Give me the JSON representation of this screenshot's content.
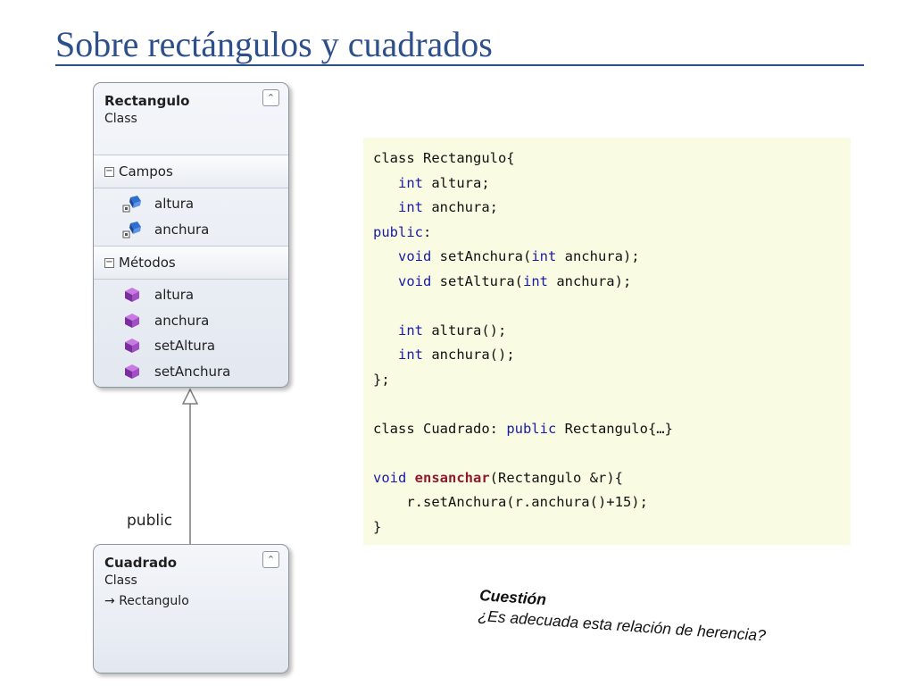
{
  "slide": {
    "title": "Sobre rectángulos y cuadrados"
  },
  "colors": {
    "title": "#2d4f8c",
    "code_background": "#f9fce3",
    "keyword": "#1a1aa6",
    "function_name": "#8e1b2d"
  },
  "icons": {
    "collapse": "double-chevron-up-icon",
    "field": "field-icon",
    "method": "method-icon",
    "inherit": "inheritance-arrow-icon"
  },
  "diagram": {
    "classes": [
      {
        "name": "Rectangulo",
        "stereotype": "Class",
        "sections": [
          {
            "title": "Campos",
            "items": [
              "altura",
              "anchura"
            ]
          },
          {
            "title": "Métodos",
            "items": [
              "altura",
              "anchura",
              "setAltura",
              "setAnchura"
            ]
          }
        ]
      },
      {
        "name": "Cuadrado",
        "stereotype": "Class",
        "base_arrow": "→",
        "base": "Rectangulo"
      }
    ],
    "relationship": {
      "label": "public"
    }
  },
  "code": {
    "lines": [
      [
        [
          "",
          "class Rectangulo{"
        ]
      ],
      [
        [
          "",
          "   "
        ],
        [
          "kw",
          "int"
        ],
        [
          "",
          " altura;"
        ]
      ],
      [
        [
          "",
          "   "
        ],
        [
          "kw",
          "int"
        ],
        [
          "",
          " anchura;"
        ]
      ],
      [
        [
          "kw",
          "public"
        ],
        [
          "",
          ":"
        ]
      ],
      [
        [
          "",
          "   "
        ],
        [
          "kw",
          "void"
        ],
        [
          "",
          " setAnchura("
        ],
        [
          "kw",
          "int"
        ],
        [
          "",
          " anchura);"
        ]
      ],
      [
        [
          "",
          "   "
        ],
        [
          "kw",
          "void"
        ],
        [
          "",
          " setAltura("
        ],
        [
          "kw",
          "int"
        ],
        [
          "",
          " anchura);"
        ]
      ],
      [
        [
          "",
          ""
        ]
      ],
      [
        [
          "",
          "   "
        ],
        [
          "kw",
          "int"
        ],
        [
          "",
          " altura();"
        ]
      ],
      [
        [
          "",
          "   "
        ],
        [
          "kw",
          "int"
        ],
        [
          "",
          " anchura();"
        ]
      ],
      [
        [
          "",
          "};"
        ]
      ],
      [
        [
          "",
          ""
        ]
      ],
      [
        [
          "",
          "class Cuadrado: "
        ],
        [
          "kw",
          "public"
        ],
        [
          "",
          " Rectangulo{…}"
        ]
      ],
      [
        [
          "",
          ""
        ]
      ],
      [
        [
          "kw",
          "void"
        ],
        [
          "",
          " "
        ],
        [
          "fn",
          "ensanchar"
        ],
        [
          "",
          "(Rectangulo &r){"
        ]
      ],
      [
        [
          "",
          "    r.setAnchura(r.anchura()+15);"
        ]
      ],
      [
        [
          "",
          "}"
        ]
      ]
    ]
  },
  "question": {
    "title": "Cuestión",
    "text": "¿Es adecuada esta relación de herencia?"
  }
}
